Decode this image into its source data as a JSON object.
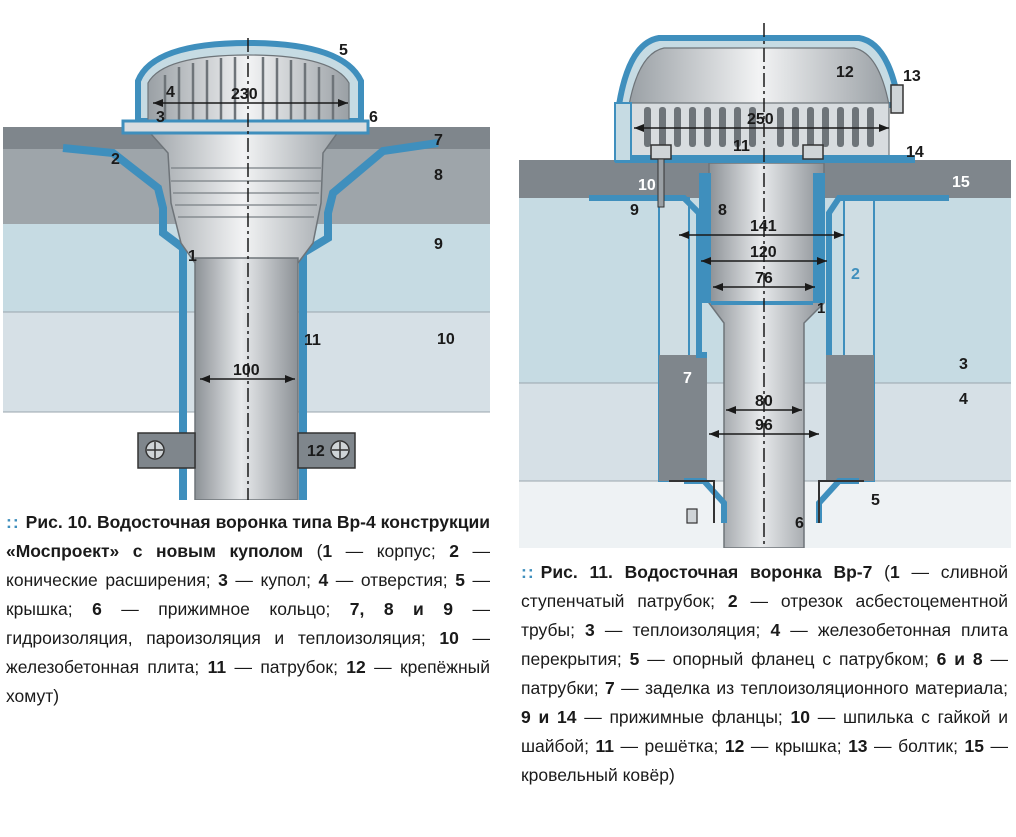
{
  "figure10": {
    "labels": {
      "l1": "1",
      "l2": "2",
      "l3": "3",
      "l4": "4",
      "l5": "5",
      "l6": "6",
      "l7": "7",
      "l8": "8",
      "l9": "9",
      "l10": "10",
      "l11": "11",
      "l12": "12",
      "dim230": "230",
      "dim100": "100"
    },
    "caption": {
      "bullet": "::",
      "title": "Рис. 10. Водосточная воронка типа Вр-4 конструкции «Моспроект» с новым куполом",
      "items": [
        {
          "num": "1",
          "text": "корпус"
        },
        {
          "num": "2",
          "text": "конические расширения"
        },
        {
          "num": "3",
          "text": "купол"
        },
        {
          "num": "4",
          "text": "отверстия"
        },
        {
          "num": "5",
          "text": "крышка"
        },
        {
          "num": "6",
          "text": "прижимное кольцо"
        },
        {
          "num": "7, 8 и 9",
          "text": "гидроизоляция, пароизоляция и теплоизоляция"
        },
        {
          "num": "10",
          "text": "железобетонная плита"
        },
        {
          "num": "11",
          "text": "патрубок"
        },
        {
          "num": "12",
          "text": "крепёжный хомут"
        }
      ]
    }
  },
  "figure11": {
    "labels": {
      "l1": "1",
      "l2": "2",
      "l3": "3",
      "l4": "4",
      "l5": "5",
      "l6": "6",
      "l7": "7",
      "l8": "8",
      "l9": "9",
      "l10": "10",
      "l11": "11",
      "l12": "12",
      "l13": "13",
      "l14": "14",
      "l15": "15",
      "dim250": "250",
      "dim141": "141",
      "dim120": "120",
      "dim76": "76",
      "dim80": "80",
      "dim96": "96"
    },
    "caption": {
      "bullet": "::",
      "title": "Рис. 11. Водосточная воронка Вр-7",
      "items": [
        {
          "num": "1",
          "text": "сливной ступенчатый патрубок"
        },
        {
          "num": "2",
          "text": "отрезок асбестоцементной трубы"
        },
        {
          "num": "3",
          "text": "теплоизоляция"
        },
        {
          "num": "4",
          "text": "железобетонная плита перекрытия"
        },
        {
          "num": "5",
          "text": "опорный фланец с патрубком"
        },
        {
          "num": "6 и 8",
          "text": "патрубки"
        },
        {
          "num": "7",
          "text": "заделка из теплоизоляционного материала"
        },
        {
          "num": "9 и 14",
          "text": "прижимные фланцы"
        },
        {
          "num": "10",
          "text": "шпилька с гайкой и шайбой"
        },
        {
          "num": "11",
          "text": "решётка"
        },
        {
          "num": "12",
          "text": "крышка"
        },
        {
          "num": "13",
          "text": "болтик"
        },
        {
          "num": "15",
          "text": "кровельный ковёр"
        }
      ]
    }
  },
  "colors": {
    "insulation": "#c9dde5",
    "slab": "#dbe3e8",
    "roof_layer": "#8a9096",
    "blue_line": "#3f8fbd",
    "metal": "#b8bcc0",
    "accent_dots": "#3f8fbd"
  }
}
